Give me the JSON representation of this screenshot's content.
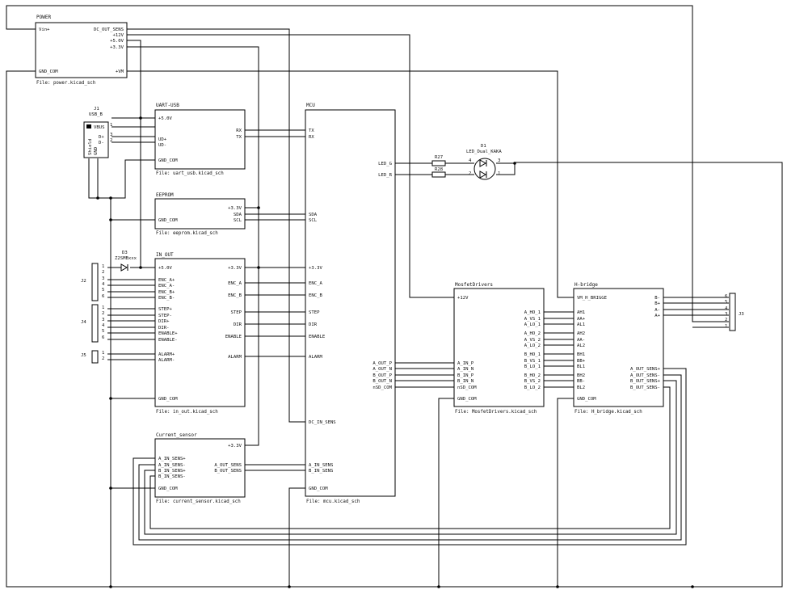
{
  "sheets": {
    "power": {
      "title": "POWER",
      "file": "File: power.kicad_sch",
      "pins": [
        "Vin+",
        "GND_COM",
        "DC_OUT_SENS",
        "+12V",
        "+5.0V",
        "+3.3V",
        "+VM"
      ]
    },
    "uart": {
      "title": "UART-USB",
      "file": "File: uart_usb.kicad_sch",
      "pins": [
        "+5.0V",
        "UD+",
        "UD-",
        "GND_COM",
        "RX",
        "TX"
      ]
    },
    "eeprom": {
      "title": "EEPROM",
      "file": "File: eeprom.kicad_sch",
      "pins": [
        "GND_COM",
        "+3.3V",
        "SDA",
        "SCL"
      ]
    },
    "inout": {
      "title": "IN_OUT",
      "file": "File: in_out.kicad_sch",
      "pins": [
        "+5.0V",
        "ENC_A+",
        "ENC_A-",
        "ENC_B+",
        "ENC_B-",
        "STEP+",
        "STEP-",
        "DIR+",
        "DIR-",
        "ENABLE+",
        "ENABLE-",
        "ALARM+",
        "ALARM-",
        "GND_COM",
        "+3.3V",
        "ENC_A",
        "ENC_B",
        "STEP",
        "DIR",
        "ENABLE",
        "ALARM"
      ]
    },
    "current": {
      "title": "Current_sensor",
      "file": "File: current_sensor.kicad_sch",
      "pins": [
        "+3.3V",
        "A_IN_SENS+",
        "A_IN_SENS-",
        "B_IN_SENS+",
        "B_IN_SENS-",
        "GND_COM",
        "A_OUT_SENS",
        "B_OUT_SENS"
      ]
    },
    "mcu": {
      "title": "MCU",
      "file": "File: mcu.kicad_sch",
      "pins": [
        "TX",
        "RX",
        "SDA",
        "SCL",
        "+3.3V",
        "ENC_A",
        "ENC_B",
        "STEP",
        "DIR",
        "ENABLE",
        "ALARM",
        "DC_IN_SENS",
        "A_IN_SENS",
        "B_IN_SENS",
        "GND_COM"
      ]
    },
    "mosfet": {
      "title": "MosfetDrivers",
      "file": "File: MosfetDrivers.kicad_sch",
      "pins": [
        "+12V",
        "A_HO_1",
        "A_VS_1",
        "A_LO_1",
        "A_HO_2",
        "A_VS_2",
        "A_LO_2",
        "B_HO_1",
        "B_VS_1",
        "B_LO_1",
        "B_HO_2",
        "B_VS_2",
        "B_LO_2",
        "A_IN_P",
        "A_IN_N",
        "B_IN_P",
        "B_IN_N",
        "nSD_COM",
        "GND_COM"
      ]
    },
    "hbridge": {
      "title": "H-bridge",
      "file": "File: H_bridge.kicad_sch",
      "pins": [
        "VM_H_BRIGGE",
        "AH1",
        "AA+",
        "AL1",
        "AH2",
        "AA-",
        "AL2",
        "BH1",
        "BB+",
        "BL1",
        "BH2",
        "BB-",
        "BL2",
        "GND_COM",
        "B-",
        "B+",
        "A-",
        "A+",
        "A_OUT_SENS+",
        "A_OUT_SENS-",
        "B_OUT_SENS+",
        "B_OUT_SENS-"
      ]
    }
  },
  "labels": {
    "mcu_left": [
      "A_OUT_P",
      "A_OUT_N",
      "B_OUT_P",
      "B_OUT_N",
      "nSD_COM"
    ],
    "led_g": "LED_G",
    "led_r": "LED_R"
  },
  "components": {
    "j1": {
      "ref": "J1",
      "value": "USB_B",
      "pins": [
        "VBUS",
        "D+",
        "D-",
        "GND",
        "Shield"
      ],
      "nums": [
        "1",
        "3",
        "2",
        "4",
        "5"
      ]
    },
    "d1": {
      "ref": "D1",
      "value": "LED_Dual_KAKA",
      "nums": [
        "4",
        "3",
        "2",
        "1"
      ]
    },
    "r27": {
      "ref": "R27"
    },
    "r28": {
      "ref": "R28"
    },
    "d3": {
      "ref": "D3",
      "value": "Z2SMBxxx"
    },
    "j2": {
      "ref": "J2",
      "nums": [
        "1",
        "2",
        "3",
        "4",
        "5",
        "6"
      ]
    },
    "j4": {
      "ref": "J4",
      "nums": [
        "1",
        "2",
        "3",
        "4",
        "5",
        "6"
      ]
    },
    "j5": {
      "ref": "J5",
      "nums": [
        "1",
        "2"
      ]
    },
    "j3": {
      "ref": "J3",
      "nums": [
        "6",
        "5",
        "4",
        "3",
        "2",
        "1"
      ]
    }
  }
}
